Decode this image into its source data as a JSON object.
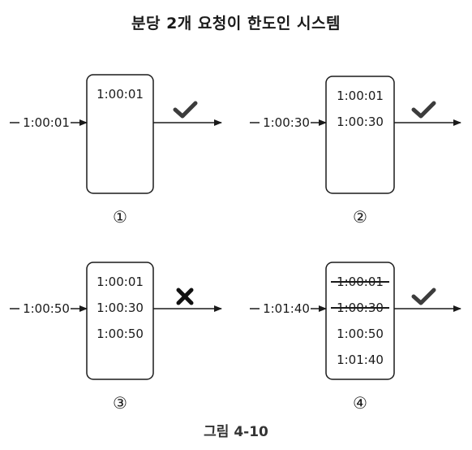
{
  "title": "분당 2개 요청이 한도인 시스템",
  "caption": "그림 4-10",
  "panels": [
    {
      "number": "①",
      "input_time": "1:00:01",
      "entries": [
        {
          "text": "1:00:01",
          "removed": false
        }
      ],
      "result": "accepted",
      "result_icon": "check-icon"
    },
    {
      "number": "②",
      "input_time": "1:00:30",
      "entries": [
        {
          "text": "1:00:01",
          "removed": false
        },
        {
          "text": "1:00:30",
          "removed": false
        }
      ],
      "result": "accepted",
      "result_icon": "check-icon"
    },
    {
      "number": "③",
      "input_time": "1:00:50",
      "entries": [
        {
          "text": "1:00:01",
          "removed": false
        },
        {
          "text": "1:00:30",
          "removed": false
        },
        {
          "text": "1:00:50",
          "removed": false
        }
      ],
      "result": "rejected",
      "result_icon": "cross-icon"
    },
    {
      "number": "④",
      "input_time": "1:01:40",
      "entries": [
        {
          "text": "1:00:01",
          "removed": true
        },
        {
          "text": "1:00:30",
          "removed": true
        },
        {
          "text": "1:00:50",
          "removed": false
        },
        {
          "text": "1:01:40",
          "removed": false
        }
      ],
      "result": "accepted",
      "result_icon": "check-icon"
    }
  ],
  "colors": {
    "stroke": "#1a1a1a",
    "icon": "#3c3c3c"
  }
}
